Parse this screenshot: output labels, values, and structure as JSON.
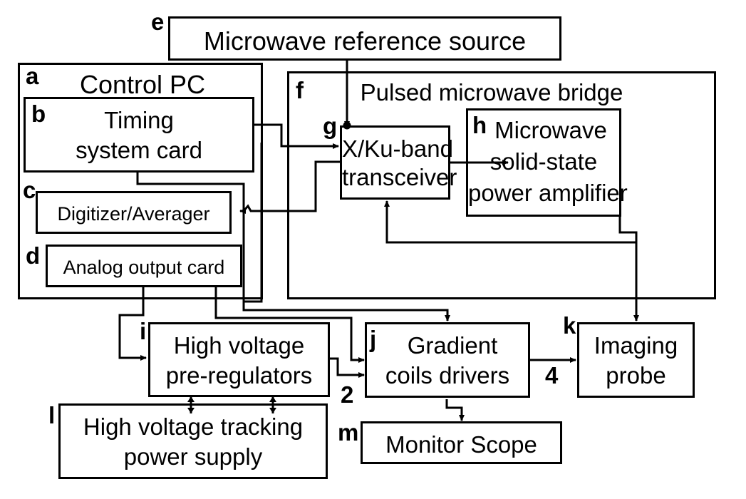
{
  "blocks": {
    "a": {
      "letter": "a",
      "title": "Control PC"
    },
    "b": {
      "letter": "b",
      "line1": "Timing",
      "line2": "system card"
    },
    "c": {
      "letter": "c",
      "title": "Digitizer/Averager"
    },
    "d": {
      "letter": "d",
      "title": "Analog output card"
    },
    "e": {
      "letter": "e",
      "title": "Microwave reference source"
    },
    "f": {
      "letter": "f",
      "title": "Pulsed microwave bridge"
    },
    "g": {
      "letter": "g",
      "line1": "X/Ku-band",
      "line2": "transceiver"
    },
    "h": {
      "letter": "h",
      "line1": "Microwave",
      "line2": "solid-state",
      "line3": "power amplifier"
    },
    "i": {
      "letter": "i",
      "line1": "High voltage",
      "line2": "pre-regulators"
    },
    "j": {
      "letter": "j",
      "line1": "Gradient",
      "line2": "coils drivers"
    },
    "k": {
      "letter": "k",
      "line1": "Imaging",
      "line2": "probe"
    },
    "l": {
      "letter": "l",
      "line1": "High voltage tracking",
      "line2": "power supply"
    },
    "m": {
      "letter": "m",
      "title": "Monitor Scope"
    }
  },
  "connection_labels": {
    "preregulators_to_gradient": "2",
    "gradient_to_probe": "4"
  }
}
